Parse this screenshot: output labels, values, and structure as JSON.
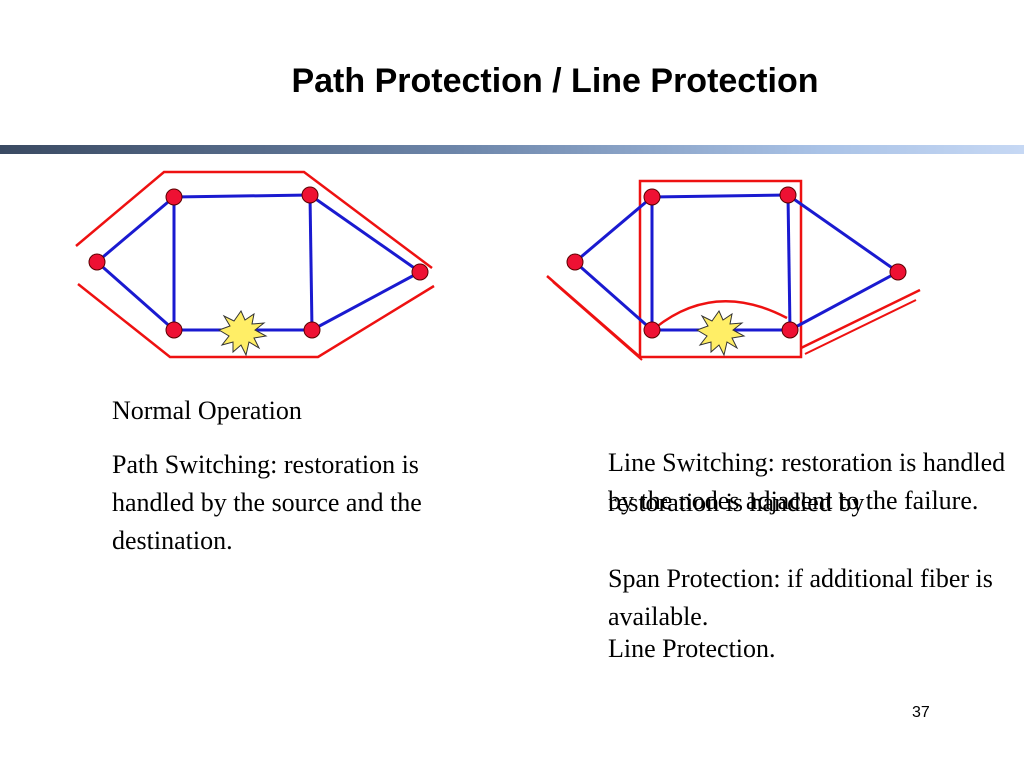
{
  "title": "Path Protection / Line Protection",
  "labels": {
    "normal_operation": "Normal Operation",
    "path_switching": "Path Switching: restoration is handled by the source and the destination.",
    "line_switching": "Line Switching: restoration is handled by the nodes adjacent to the failure.",
    "span_protection": "Span Protection: if additional fiber is available.",
    "line_protection": "Line Protection.",
    "restoration_overlap": "restoration is handled by"
  },
  "page_number": "37",
  "colors": {
    "link": "#1a1ad0",
    "node": "#ee1133",
    "protection": "#ee1111",
    "failure": "#ffee66",
    "rule_dark": "#3a4a62",
    "rule_light": "#c6d8f4"
  },
  "icons": {
    "failure": "explosion-burst-icon"
  }
}
